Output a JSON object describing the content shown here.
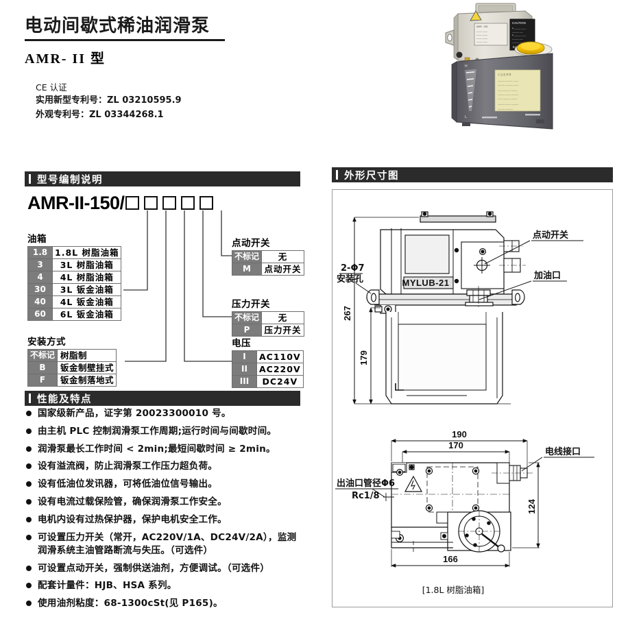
{
  "header": {
    "main_title": "电动间歇式稀油润滑泵",
    "sub_title": "AMR- II 型",
    "cert_lines": [
      "CE 认证",
      "实用新型专利号：ZL 03210595.9",
      "外观专利号：ZL 03344268.1"
    ]
  },
  "sections": {
    "model_code_header": "型号编制说明",
    "features_header": "性能及特点",
    "dimension_header": "外形尺寸图"
  },
  "model_code": {
    "base": "AMR-II-150/",
    "box_count": 5
  },
  "options": {
    "tank": {
      "caption": "油箱",
      "rows": [
        {
          "code": "1.8",
          "desc": "1.8L 树脂油箱"
        },
        {
          "code": "3",
          "desc": "3L 树脂油箱"
        },
        {
          "code": "4",
          "desc": "4L 树脂油箱"
        },
        {
          "code": "30",
          "desc": "3L 钣金油箱"
        },
        {
          "code": "40",
          "desc": "4L 钣金油箱"
        },
        {
          "code": "60",
          "desc": "6L 钣金油箱"
        }
      ]
    },
    "mounting": {
      "caption": "安装方式",
      "rows": [
        {
          "code": "不标记",
          "desc": "树脂制"
        },
        {
          "code": "B",
          "desc": "钣金制壁挂式"
        },
        {
          "code": "F",
          "desc": "钣金制落地式"
        }
      ]
    },
    "jog_switch": {
      "caption": "点动开关",
      "rows": [
        {
          "code": "不标记",
          "desc": "无"
        },
        {
          "code": "M",
          "desc": "点动开关"
        }
      ]
    },
    "pressure_switch": {
      "caption": "压力开关",
      "rows": [
        {
          "code": "不标记",
          "desc": "无"
        },
        {
          "code": "P",
          "desc": "压力开关"
        }
      ]
    },
    "voltage": {
      "caption": "电压",
      "rows": [
        {
          "code": "I",
          "desc": "AC110V"
        },
        {
          "code": "II",
          "desc": "AC220V"
        },
        {
          "code": "III",
          "desc": "DC24V"
        }
      ]
    }
  },
  "features": [
    {
      "text": "国家级新产品，证字第 20023300010 号。",
      "cont": ""
    },
    {
      "text": "由主机 PLC 控制润滑泵工作周期;运行时间与间歇时间。",
      "cont": ""
    },
    {
      "text": "润滑泵最长工作时间 < 2min;最短间歇时间 ≥ 2min。",
      "cont": ""
    },
    {
      "text": "设有溢流阀，防止润滑泵工作压力超负荷。",
      "cont": ""
    },
    {
      "text": "设有低油位发讯器，可将低油位信号输出。",
      "cont": ""
    },
    {
      "text": "设有电流过载保险管，确保润滑泵工作安全。",
      "cont": ""
    },
    {
      "text": "电机内设有过热保护器，保护电机安全工作。",
      "cont": ""
    },
    {
      "text": "可设置压力开关（常开，AC220V/1A、DC24V/2A），监测",
      "cont": "润滑系统主油管路断流与失压。（可选件）"
    },
    {
      "text": "可设置点动开关，强制供送油剂，方便调试。（可选件）",
      "cont": ""
    },
    {
      "text": "配套计量件：HJB、HSA 系列。",
      "cont": ""
    },
    {
      "text": "使用油剂粘度：68-1300cSt(见 P165)。",
      "cont": ""
    }
  ],
  "drawing": {
    "labels": {
      "mount_hole": "2-Φ7",
      "mount_hole_2": "安装孔",
      "nameplate": "MYLUB-21",
      "jog_switch": "点动开关",
      "oil_fill": "加油口",
      "wire_port": "电线接口",
      "outlet_pipe": "出油口管径Φ6",
      "outlet_thread": "Rc1/8"
    },
    "dimensions": {
      "height_total": "267",
      "height_body": "179",
      "width_total": "190",
      "width_mount": "170",
      "depth": "124",
      "width_base": "166"
    },
    "caption": "[1.8L 树脂油箱]"
  },
  "photo": {
    "alt_name": "lubrication-pump-photo",
    "colors": {
      "housing": "#dedbd2",
      "reservoir": "#6f6f74",
      "cap": "#f2c200",
      "label": "#e8e4b8"
    }
  },
  "colors": {
    "section_bar": "#2b2b2b",
    "code_cell": "#7c7c7c",
    "border": "#6e6e6e",
    "panel_border": "#9a9a9a",
    "ink": "#111111"
  }
}
